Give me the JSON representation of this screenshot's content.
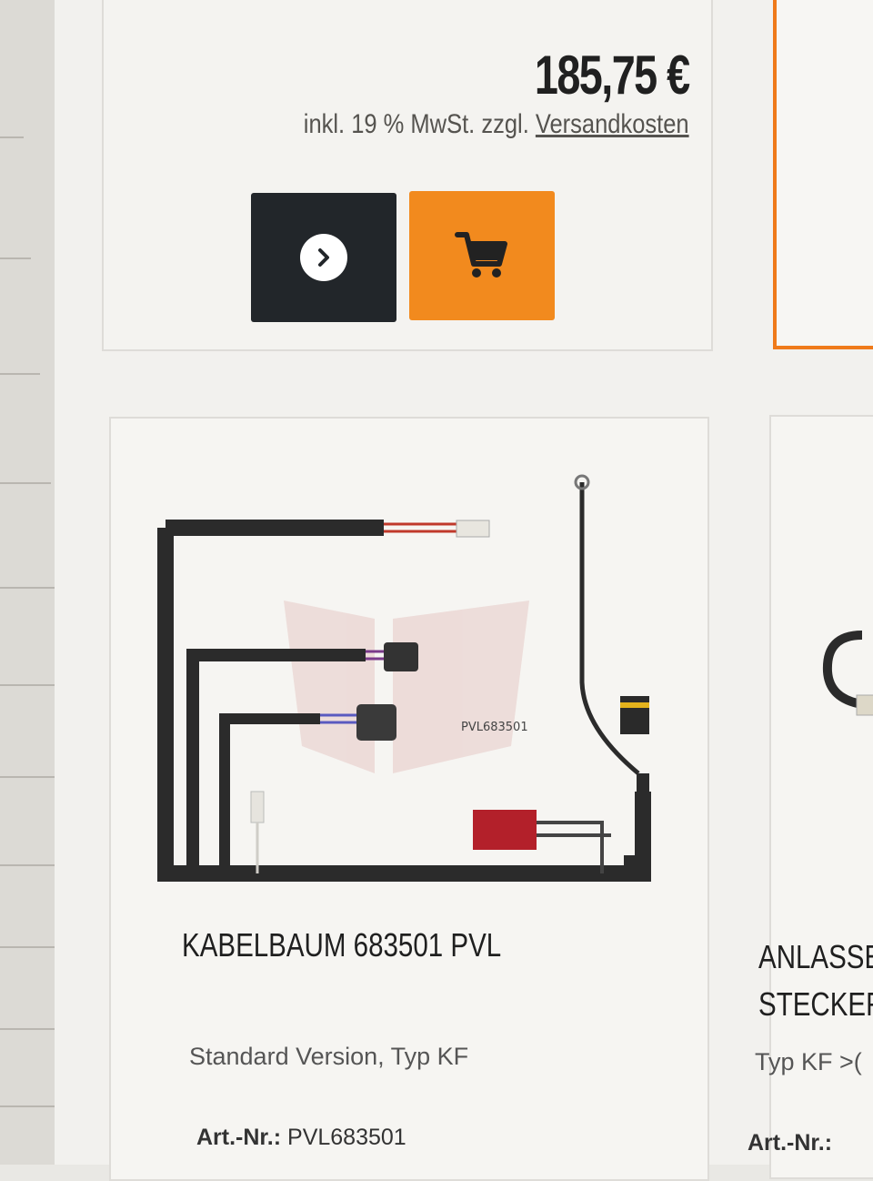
{
  "listing": {
    "price": "185,75 €",
    "tax_note_prefix": "inkl. 19 % MwSt. zzgl.",
    "shipping_link": "Versandkosten",
    "buttons": {
      "details_icon": "chevron-right-icon",
      "cart_icon": "shopping-cart-icon"
    }
  },
  "product": {
    "title": "KABELBAUM 683501 PVL",
    "description": "Standard Version, Typ KF",
    "art_label": "Art.-Nr.:",
    "art_value": "PVL683501",
    "image_sku": "PVL683501"
  },
  "side_product": {
    "title_line1": "ANLASSE",
    "title_line2": "STECKER)",
    "description": "Typ KF >(",
    "art_label": "Art.-Nr.:"
  },
  "colors": {
    "accent": "#f28a1e",
    "dark_button": "#22262a",
    "highlight_border": "#ef7a1a"
  }
}
